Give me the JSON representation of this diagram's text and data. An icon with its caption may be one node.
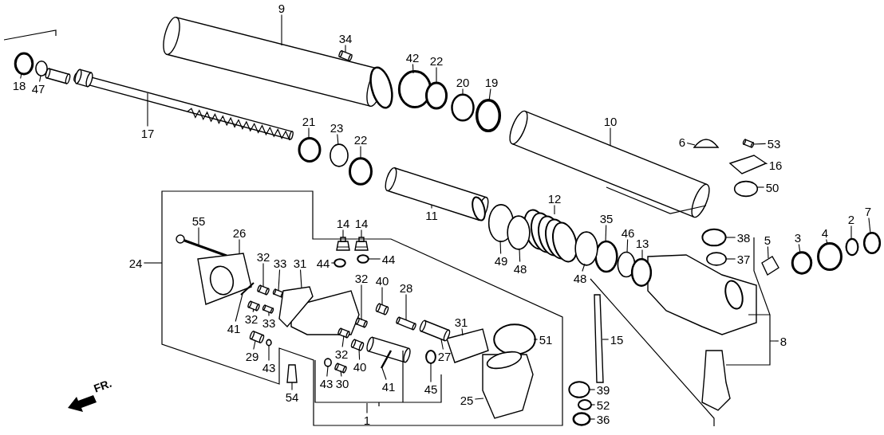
{
  "diagram": {
    "nodes": [
      {
        "text": [
          "9"
        ]
      },
      {
        "text": [
          "34"
        ]
      },
      {
        "text": [
          "42"
        ]
      },
      {
        "text": [
          "22"
        ]
      },
      {
        "text": [
          "18"
        ]
      },
      {
        "text": [
          "47"
        ]
      },
      {
        "text": [
          "20"
        ]
      },
      {
        "text": [
          "19"
        ]
      },
      {
        "text": [
          "21"
        ]
      },
      {
        "text": [
          "10"
        ]
      },
      {
        "text": [
          "23"
        ]
      },
      {
        "text": [
          "17"
        ]
      },
      {
        "text": [
          "22"
        ]
      },
      {
        "text": [
          "6"
        ]
      },
      {
        "text": [
          "53"
        ]
      },
      {
        "text": [
          "16"
        ]
      },
      {
        "text": [
          "50"
        ]
      },
      {
        "text": [
          "12"
        ]
      },
      {
        "text": [
          "55"
        ]
      },
      {
        "text": [
          "14"
        ]
      },
      {
        "text": [
          "14"
        ]
      },
      {
        "text": [
          "7"
        ]
      },
      {
        "text": [
          "2"
        ]
      },
      {
        "text": [
          "26"
        ]
      },
      {
        "text": [
          "4"
        ]
      },
      {
        "text": [
          "35"
        ]
      },
      {
        "text": [
          "46"
        ]
      },
      {
        "text": [
          "3"
        ]
      },
      {
        "text": [
          "38"
        ]
      },
      {
        "text": [
          "5"
        ]
      },
      {
        "text": [
          "13"
        ]
      },
      {
        "text": [
          "32"
        ]
      },
      {
        "text": [
          "33"
        ]
      },
      {
        "text": [
          "31"
        ]
      },
      {
        "text": [
          "24"
        ]
      },
      {
        "text": [
          "44"
        ]
      },
      {
        "text": [
          "44"
        ]
      },
      {
        "text": [
          "37"
        ]
      },
      {
        "text": [
          "49"
        ]
      },
      {
        "text": [
          "48"
        ]
      },
      {
        "text": [
          "48"
        ]
      },
      {
        "text": [
          "32"
        ]
      },
      {
        "text": [
          "40"
        ]
      },
      {
        "text": [
          "28"
        ]
      },
      {
        "text": [
          "31"
        ]
      },
      {
        "text": [
          "32"
        ]
      },
      {
        "text": [
          "33"
        ]
      },
      {
        "text": [
          "41"
        ]
      },
      {
        "text": [
          "8"
        ]
      },
      {
        "text": [
          "51"
        ]
      },
      {
        "text": [
          "15"
        ]
      },
      {
        "text": [
          "32"
        ]
      },
      {
        "text": [
          "27"
        ]
      },
      {
        "text": [
          "29"
        ]
      },
      {
        "text": [
          "40"
        ]
      },
      {
        "text": [
          "43"
        ]
      },
      {
        "text": [
          "45"
        ]
      },
      {
        "text": [
          "43"
        ]
      },
      {
        "text": [
          "30"
        ]
      },
      {
        "text": [
          "39"
        ]
      },
      {
        "text": [
          "41"
        ]
      },
      {
        "text": [
          "54"
        ]
      },
      {
        "text": [
          "25"
        ]
      },
      {
        "text": [
          "52"
        ]
      },
      {
        "text": [
          "1"
        ]
      },
      {
        "text": [
          "36"
        ]
      },
      {
        "text": [
          "11"
        ]
      },
      {
        "text": [],
        "shape": "picture"
      },
      {
        "text": [],
        "shape": "picture"
      },
      {
        "text": [],
        "shape": "circle"
      },
      {
        "text": [],
        "shape": "circle"
      },
      {
        "text": [],
        "shape": "circle"
      },
      {
        "text": [],
        "shape": "circle"
      },
      {
        "text": [],
        "shape": "circle"
      },
      {
        "text": [],
        "shape": "circle"
      },
      {
        "text": [],
        "shape": "circle"
      },
      {
        "text": [],
        "shape": "picture"
      },
      {
        "text": [],
        "shape": "circle"
      },
      {
        "text": [],
        "shape": "picture"
      },
      {
        "text": [],
        "shape": "circle"
      },
      {
        "text": [],
        "shape": "picture"
      },
      {
        "text": [],
        "shape": "picture"
      },
      {
        "text": [],
        "shape": "picture"
      },
      {
        "text": [],
        "shape": "circle"
      },
      {
        "text": [],
        "shape": "picture"
      },
      {
        "text": [],
        "shape": "picture"
      },
      {
        "text": [],
        "shape": "picture"
      },
      {
        "text": [],
        "shape": "picture"
      },
      {
        "text": [],
        "shape": "circle"
      },
      {
        "text": [],
        "shape": "circle"
      },
      {
        "text": [],
        "shape": "picture"
      },
      {
        "text": [],
        "shape": "circle"
      },
      {
        "text": [],
        "shape": "circle"
      },
      {
        "text": [],
        "shape": "circle"
      },
      {
        "text": [],
        "shape": "circle"
      },
      {
        "text": [],
        "shape": "circle"
      },
      {
        "text": [],
        "shape": "picture"
      },
      {
        "text": [],
        "shape": "circle"
      },
      {
        "text": [],
        "shape": "picture"
      },
      {
        "text": [],
        "shape": "picture"
      },
      {
        "text": [],
        "shape": "picture"
      },
      {
        "text": [],
        "shape": "circle"
      },
      {
        "text": [],
        "shape": "circle"
      },
      {
        "text": [],
        "shape": "circle"
      },
      {
        "text": [],
        "shape": "circle"
      },
      {
        "text": [],
        "shape": "circle"
      },
      {
        "text": [],
        "shape": "circle"
      },
      {
        "text": [],
        "shape": "picture"
      },
      {
        "text": [],
        "shape": "picture"
      },
      {
        "text": [],
        "shape": "picture"
      },
      {
        "text": [],
        "shape": "picture"
      },
      {
        "text": [],
        "shape": "picture"
      },
      {
        "text": [],
        "shape": "picture"
      },
      {
        "text": [],
        "shape": "picture"
      },
      {
        "text": [],
        "shape": "circle"
      },
      {
        "text": [],
        "shape": "picture"
      },
      {
        "text": [],
        "shape": "picture"
      },
      {
        "text": [],
        "shape": "picture"
      },
      {
        "text": [],
        "shape": "picture"
      },
      {
        "text": [],
        "shape": "picture"
      },
      {
        "text": [],
        "shape": "circle"
      },
      {
        "text": [],
        "shape": "circle"
      },
      {
        "text": [],
        "shape": "circle"
      },
      {
        "text": [],
        "shape": "picture"
      },
      {
        "text": [],
        "shape": "circle"
      },
      {
        "text": [],
        "shape": "picture"
      },
      {
        "text": [],
        "shape": "picture"
      },
      {
        "text": [],
        "shape": "picture"
      },
      {
        "text": [],
        "shape": "circle"
      },
      {
        "text": [],
        "shape": "circle"
      },
      {
        "text": [],
        "shape": "picture"
      }
    ],
    "edges": [
      {
        "from": 0,
        "to": 67,
        "arrow": "none"
      },
      {
        "from": 1,
        "to": 68,
        "arrow": "none"
      },
      {
        "from": 2,
        "to": 69,
        "arrow": "none"
      },
      {
        "from": 3,
        "to": 70,
        "arrow": "none"
      },
      {
        "from": 4,
        "to": 71,
        "arrow": "none"
      },
      {
        "from": 5,
        "to": 72,
        "arrow": "none"
      },
      {
        "from": 6,
        "to": 73,
        "arrow": "none"
      },
      {
        "from": 7,
        "to": 74,
        "arrow": "none"
      },
      {
        "from": 8,
        "to": 75,
        "arrow": "none"
      },
      {
        "from": 9,
        "to": 76,
        "arrow": "none"
      },
      {
        "from": 10,
        "to": 77,
        "arrow": "none"
      },
      {
        "from": 11,
        "to": 78,
        "arrow": "none"
      },
      {
        "from": 12,
        "to": 79,
        "arrow": "none"
      },
      {
        "from": 13,
        "to": 80,
        "arrow": "none"
      },
      {
        "from": 14,
        "to": 81,
        "arrow": "none"
      },
      {
        "from": 15,
        "to": 82,
        "arrow": "none"
      },
      {
        "from": 16,
        "to": 83,
        "arrow": "none"
      },
      {
        "from": 17,
        "to": 84,
        "arrow": "none"
      },
      {
        "from": 18,
        "to": 85,
        "arrow": "none"
      },
      {
        "from": 19,
        "to": 86,
        "arrow": "none"
      },
      {
        "from": 20,
        "to": 87,
        "arrow": "none"
      },
      {
        "from": 21,
        "to": 88,
        "arrow": "none"
      },
      {
        "from": 22,
        "to": 89,
        "arrow": "none"
      },
      {
        "from": 23,
        "to": 90,
        "arrow": "none"
      },
      {
        "from": 24,
        "to": 91,
        "arrow": "none"
      },
      {
        "from": 25,
        "to": 92,
        "arrow": "none"
      },
      {
        "from": 26,
        "to": 93,
        "arrow": "none"
      },
      {
        "from": 27,
        "to": 94,
        "arrow": "none"
      },
      {
        "from": 28,
        "to": 95,
        "arrow": "none"
      },
      {
        "from": 29,
        "to": 96,
        "arrow": "none"
      },
      {
        "from": 30,
        "to": 97,
        "arrow": "none"
      },
      {
        "from": 31,
        "to": 98,
        "arrow": "none"
      },
      {
        "from": 32,
        "to": 99,
        "arrow": "none"
      },
      {
        "from": 33,
        "to": 100,
        "arrow": "none"
      },
      {
        "from": 34,
        "to": null,
        "arrow": "none"
      },
      {
        "from": 35,
        "to": 101,
        "arrow": "none"
      },
      {
        "from": 36,
        "to": 102,
        "arrow": "none"
      },
      {
        "from": 37,
        "to": 103,
        "arrow": "none"
      },
      {
        "from": 38,
        "to": 104,
        "arrow": "none"
      },
      {
        "from": 39,
        "to": 105,
        "arrow": "none"
      },
      {
        "from": 40,
        "to": 106,
        "arrow": "none"
      },
      {
        "from": 41,
        "to": 107,
        "arrow": "none"
      },
      {
        "from": 42,
        "to": 108,
        "arrow": "none"
      },
      {
        "from": 43,
        "to": 109,
        "arrow": "none"
      },
      {
        "from": 44,
        "to": 110,
        "arrow": "none"
      },
      {
        "from": 45,
        "to": 111,
        "arrow": "none"
      },
      {
        "from": 46,
        "to": 112,
        "arrow": "none"
      },
      {
        "from": 47,
        "to": 113,
        "arrow": "none"
      },
      {
        "from": 48,
        "to": null,
        "arrow": "none"
      },
      {
        "from": 49,
        "to": 114,
        "arrow": "none"
      },
      {
        "from": 50,
        "to": 115,
        "arrow": "none"
      },
      {
        "from": 51,
        "to": 116,
        "arrow": "none"
      },
      {
        "from": 52,
        "to": 117,
        "arrow": "none"
      },
      {
        "from": 53,
        "to": 118,
        "arrow": "none"
      },
      {
        "from": 54,
        "to": 119,
        "arrow": "none"
      },
      {
        "from": 55,
        "to": 120,
        "arrow": "none"
      },
      {
        "from": 56,
        "to": 121,
        "arrow": "none"
      },
      {
        "from": 57,
        "to": 122,
        "arrow": "none"
      },
      {
        "from": 58,
        "to": 123,
        "arrow": "none"
      },
      {
        "from": 59,
        "to": 124,
        "arrow": "none"
      },
      {
        "from": 60,
        "to": 125,
        "arrow": "none"
      },
      {
        "from": 61,
        "to": 126,
        "arrow": "none"
      },
      {
        "from": 62,
        "to": 127,
        "arrow": "none"
      },
      {
        "from": 63,
        "to": 128,
        "arrow": "none"
      },
      {
        "from": 64,
        "to": null,
        "arrow": "none"
      },
      {
        "from": 65,
        "to": 129,
        "arrow": "none"
      },
      {
        "from": 66,
        "to": 130,
        "arrow": "none"
      }
    ],
    "labels": [
      "FR."
    ]
  }
}
